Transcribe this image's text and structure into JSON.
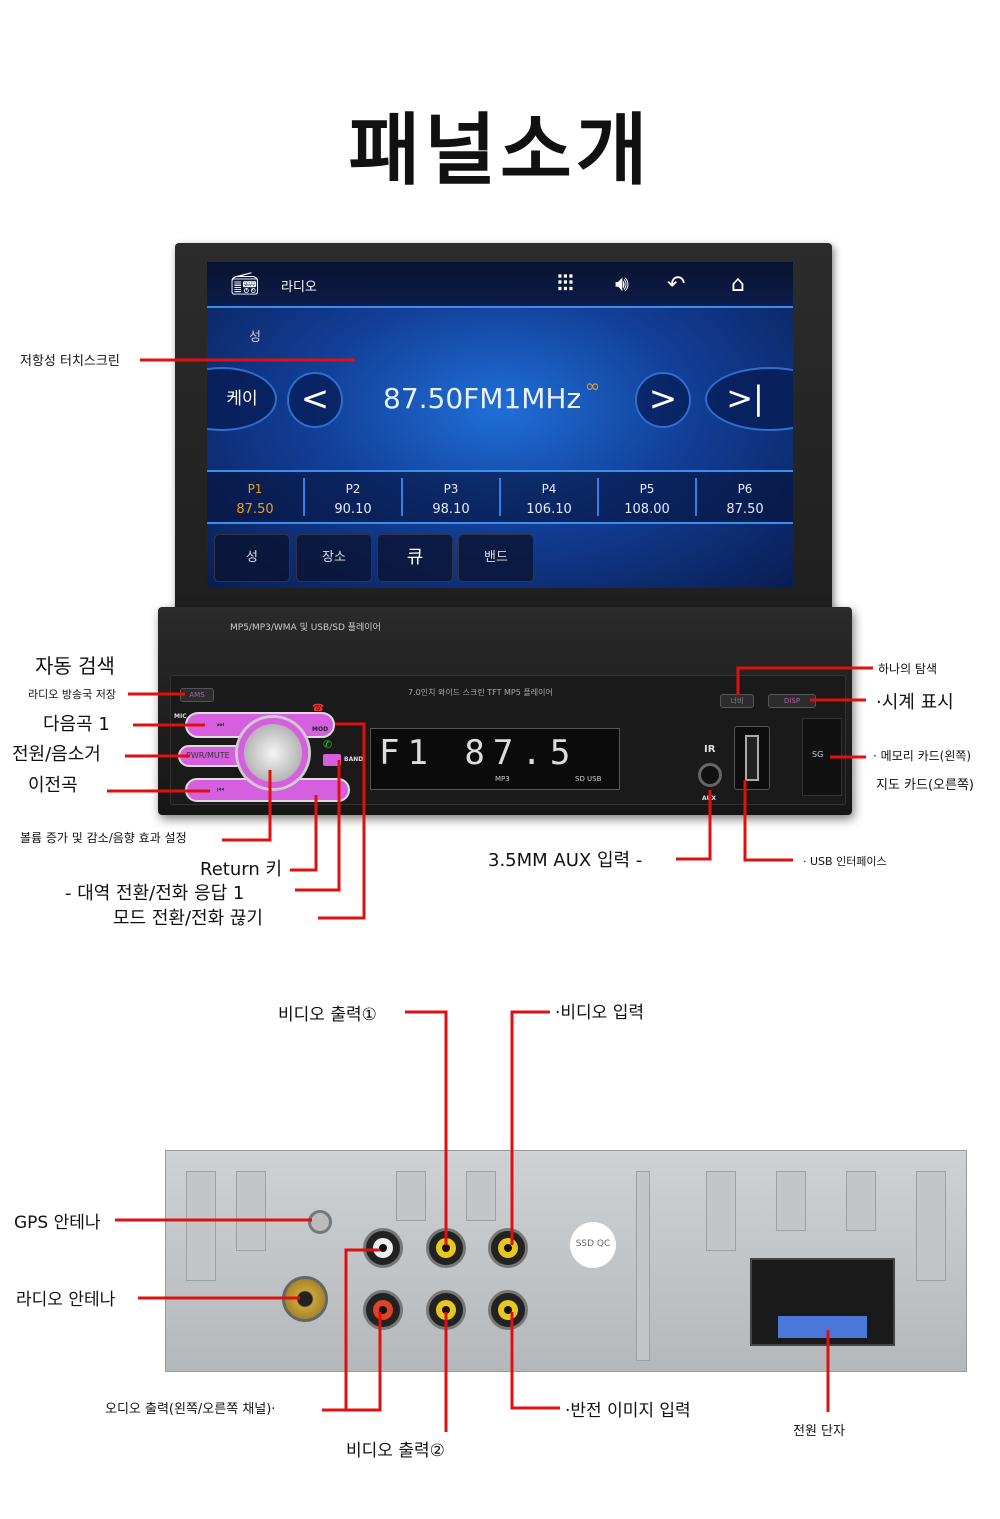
{
  "title": "패널소개",
  "screen": {
    "header_title": "라디오",
    "icons": [
      "radio-icon",
      "equalizer-icon",
      "volume-icon",
      "back-icon",
      "home-icon"
    ],
    "station_label": "성",
    "left_button": "케이",
    "frequency": "87.50FM1MHz",
    "presets": [
      {
        "name": "P1",
        "value": "87.50",
        "active": true
      },
      {
        "name": "P2",
        "value": "90.10"
      },
      {
        "name": "P3",
        "value": "98.10"
      },
      {
        "name": "P4",
        "value": "106.10"
      },
      {
        "name": "P5",
        "value": "108.00"
      },
      {
        "name": "P6",
        "value": "87.50"
      }
    ],
    "buttons": [
      "성",
      "장소",
      "큐",
      "밴드"
    ],
    "player_caption": "MP5/MP3/WMA 및 USB/SD 플레이어"
  },
  "faceplate": {
    "model_text": "7.0인치 와이드 스크린 TFT MP5 플레이어",
    "ams": "AMS",
    "mic": "MIC",
    "mod": "MOD",
    "band": "BAND",
    "pwr": "PWR/MUTE",
    "display": "F1 87.5",
    "display_sub": "MP3",
    "display_src": "SD USB",
    "ir": "IR",
    "aux": "AUX",
    "sg": "SG",
    "nav_btn": "너비",
    "disp_btn": "DISP"
  },
  "front_labels": {
    "touch": "저항성 터치스크린",
    "auto_search": "자동 검색",
    "save_station": "라디오 방송국 저장",
    "next": "다음곡 1",
    "power": "전원/음소거",
    "prev": "이전곡",
    "volume": "볼륨 증가 및 감소/음향 효과 설정",
    "return": "Return 키",
    "band": "- 대역 전환/전화 응답 1",
    "mode": "모드 전환/전화 끊기",
    "nav": "하나의 탐색",
    "clock": "·시계 표시",
    "memory": "·  메모리 카드(왼쪽)",
    "map": "지도 카드(오른쪽)",
    "aux": "3.5MM AUX 입력 -",
    "usb": "·  USB 인터페이스"
  },
  "back_labels": {
    "video_out1": "비디오 출력①",
    "video_in": "·비디오 입력",
    "gps": "GPS 안테나",
    "radio": "라디오 안테나",
    "audio_out": "오디오 출력(왼쪽/오른쪽 채널)·",
    "video_out2": "비디오 출력②",
    "reverse": "·반전 이미지 입력",
    "power": "전원 단자",
    "qc": "SSD QC"
  },
  "colors": {
    "accent_line": "#e01010",
    "button_pink": "#d65fe0",
    "screen_blue": "#1f6fd8",
    "preset_active": "#f0a020"
  }
}
